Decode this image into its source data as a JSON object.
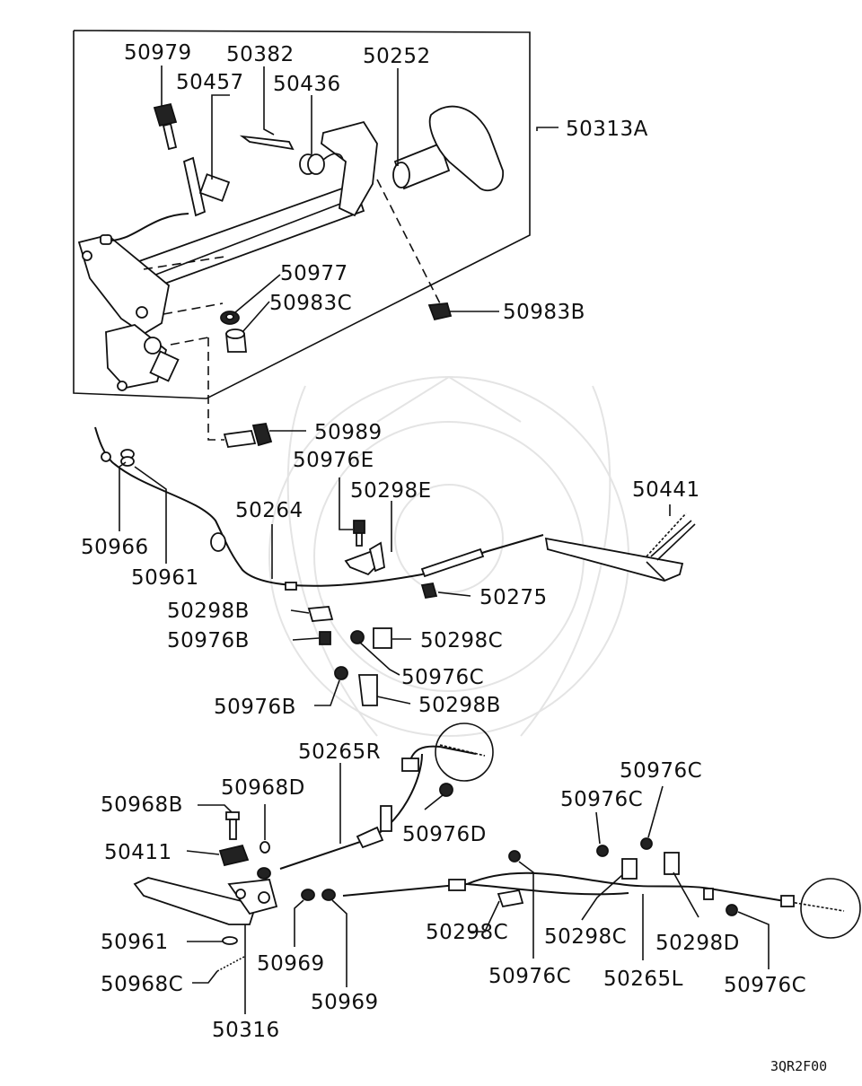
{
  "diagram": {
    "footer_code": "3QR2F00",
    "labels": {
      "p50979": "50979",
      "p50382": "50382",
      "p50252": "50252",
      "p50457": "50457",
      "p50436": "50436",
      "p50313A": "50313A",
      "p50977": "50977",
      "p50983C": "50983C",
      "p50983B": "50983B",
      "p50989": "50989",
      "p50976E": "50976E",
      "p50298E": "50298E",
      "p50441": "50441",
      "p50264": "50264",
      "p50966": "50966",
      "p50961a": "50961",
      "p50275": "50275",
      "p50298B_a": "50298B",
      "p50976B_a": "50976B",
      "p50298C_a": "50298C",
      "p50976C_a": "50976C",
      "p50976B_b": "50976B",
      "p50298B_b": "50298B",
      "p50265R": "50265R",
      "p50968D": "50968D",
      "p50968B": "50968B",
      "p50976D": "50976D",
      "p50976C_b": "50976C",
      "p50976C_c": "50976C",
      "p50411": "50411",
      "p50961b": "50961",
      "p50969a": "50969",
      "p50968C": "50968C",
      "p50298C_b": "50298C",
      "p50298C_c": "50298C",
      "p50298D": "50298D",
      "p50969b": "50969",
      "p50976C_d": "50976C",
      "p50265L": "50265L",
      "p50976C_e": "50976C",
      "p50316": "50316"
    }
  }
}
